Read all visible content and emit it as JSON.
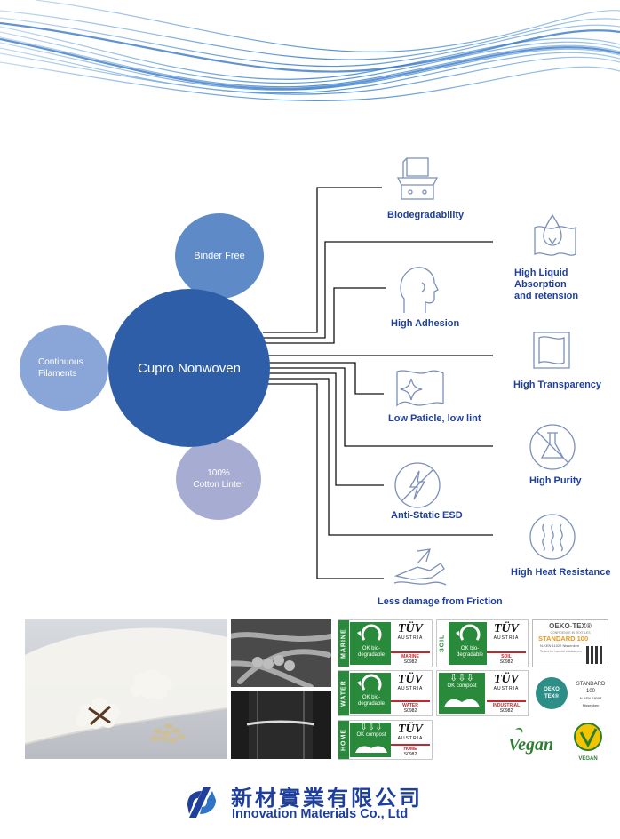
{
  "diagram": {
    "center": "Cupro Nonwoven",
    "satellites": {
      "binder_free": "Binder Free",
      "continuous_line1": "Continuous",
      "continuous_line2": "Filaments",
      "cotton_line1": "100%",
      "cotton_line2": "Cotton Linter"
    },
    "features": {
      "biodegradability": "Biodegradability",
      "liquid_line1": "High Liquid Absorption",
      "liquid_line2": "and retension",
      "adhesion": "High Adhesion",
      "transparency": "High Transparency",
      "low_particle": "Low Paticle, low lint",
      "purity": "High Purity",
      "antistatic": "Anti-Static ESD",
      "heat": "High Heat Resistance",
      "friction": "Less damage from Friction"
    }
  },
  "certifications": {
    "tuv": "TÜV",
    "austria": "AUSTRIA",
    "ok_bio_line1": "OK bio-",
    "ok_bio_line2": "degradable",
    "ok_compost": "OK compost",
    "code": "S0982",
    "marine_side": "MARINE",
    "marine": "MARINE",
    "soil_side": "SOIL",
    "soil": "SOIL",
    "water_side": "WATER",
    "water": "WATER",
    "industrial": "INDUSTRIAL",
    "home_side": "HOME",
    "home": "HOME",
    "oeko_title": "OEKO-TEX®",
    "oeko_sub": "CONFIDENCE IN TEXTILES",
    "oeko_std": "STANDARD 100",
    "oeko_num": "N-KEN 11022 Nissenken",
    "oeko_tested": "Tested for harmful substances",
    "oeko2_std_line1": "STANDARD",
    "oeko2_std_line2": "100",
    "oeko2_num": "N-KEN 18003",
    "oeko2_inst": "Nissenken",
    "oeko2_badge_line1": "OEKO",
    "oeko2_badge_line2": "TEX®",
    "vegan_script": "Vegan",
    "vegan_badge": "VEGAN"
  },
  "company": {
    "name_cn": "新材實業有限公司",
    "name_en": "Innovation Materials Co., Ltd"
  },
  "colors": {
    "primary_blue": "#2f5ea8",
    "mid_blue": "#5e8bc8",
    "light_blue": "#8aa5d8",
    "lavender": "#a7acd2",
    "label_blue": "#1f3f9c",
    "icon_blue": "#7b8fb8",
    "cert_green": "#2a8a3b",
    "tuv_red": "#c0282d"
  },
  "icons": [
    "container-icon",
    "water-drop-icon",
    "head-profile-icon",
    "transparent-sheet-icon",
    "sparkle-sheet-icon",
    "no-flask-icon",
    "no-static-icon",
    "heat-waves-icon",
    "friction-hand-icon"
  ]
}
